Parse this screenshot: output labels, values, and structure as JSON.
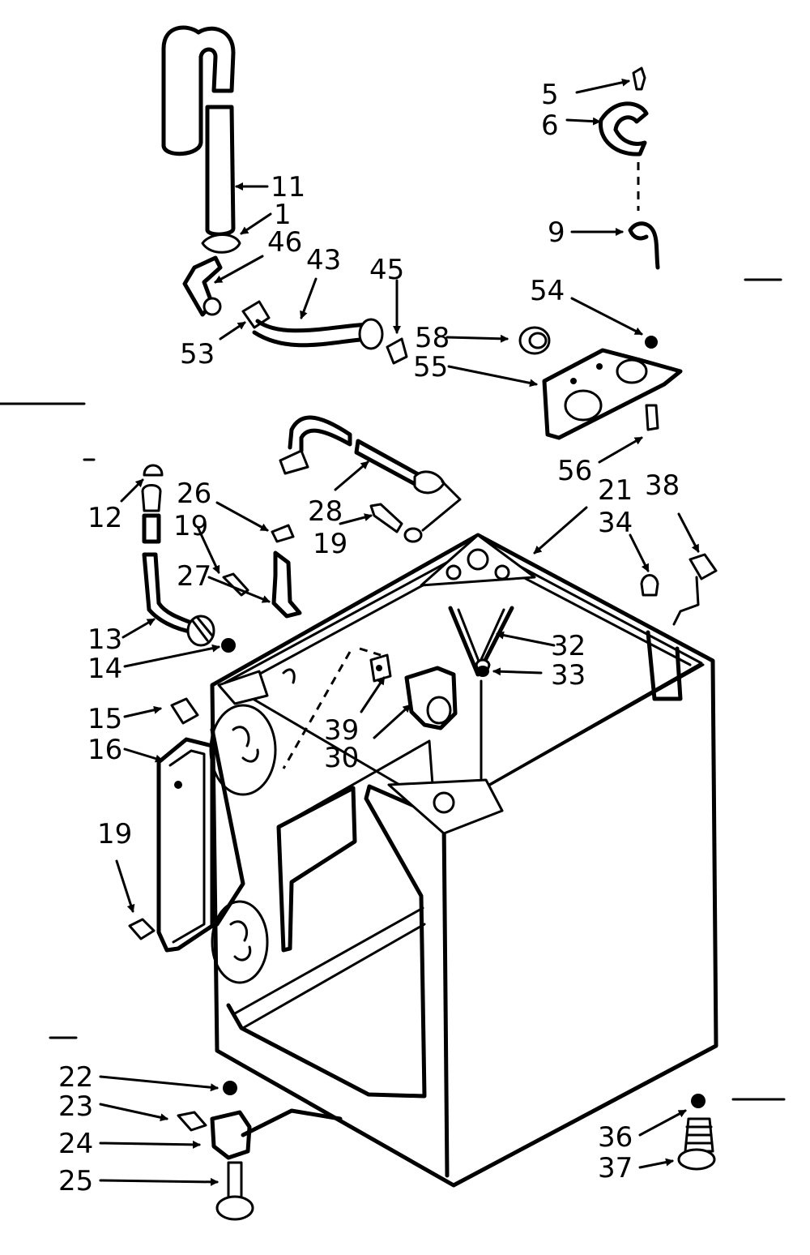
{
  "labels": {
    "l5": "5",
    "l6": "6",
    "l9": "9",
    "l11": "11",
    "l1": "1",
    "l46": "46",
    "l43": "43",
    "l45": "45",
    "l53": "53",
    "l58": "58",
    "l55": "55",
    "l54": "54",
    "l56": "56",
    "l12": "12",
    "l26": "26",
    "l19a": "19",
    "l27": "27",
    "l28": "28",
    "l19b": "19",
    "l21": "21",
    "l34": "34",
    "l38": "38",
    "l13": "13",
    "l14": "14",
    "l32": "32",
    "l33": "33",
    "l15": "15",
    "l16": "16",
    "l39": "39",
    "l30": "30",
    "l19c": "19",
    "l22": "22",
    "l23": "23",
    "l24": "24",
    "l25": "25",
    "l36": "36",
    "l37": "37"
  }
}
